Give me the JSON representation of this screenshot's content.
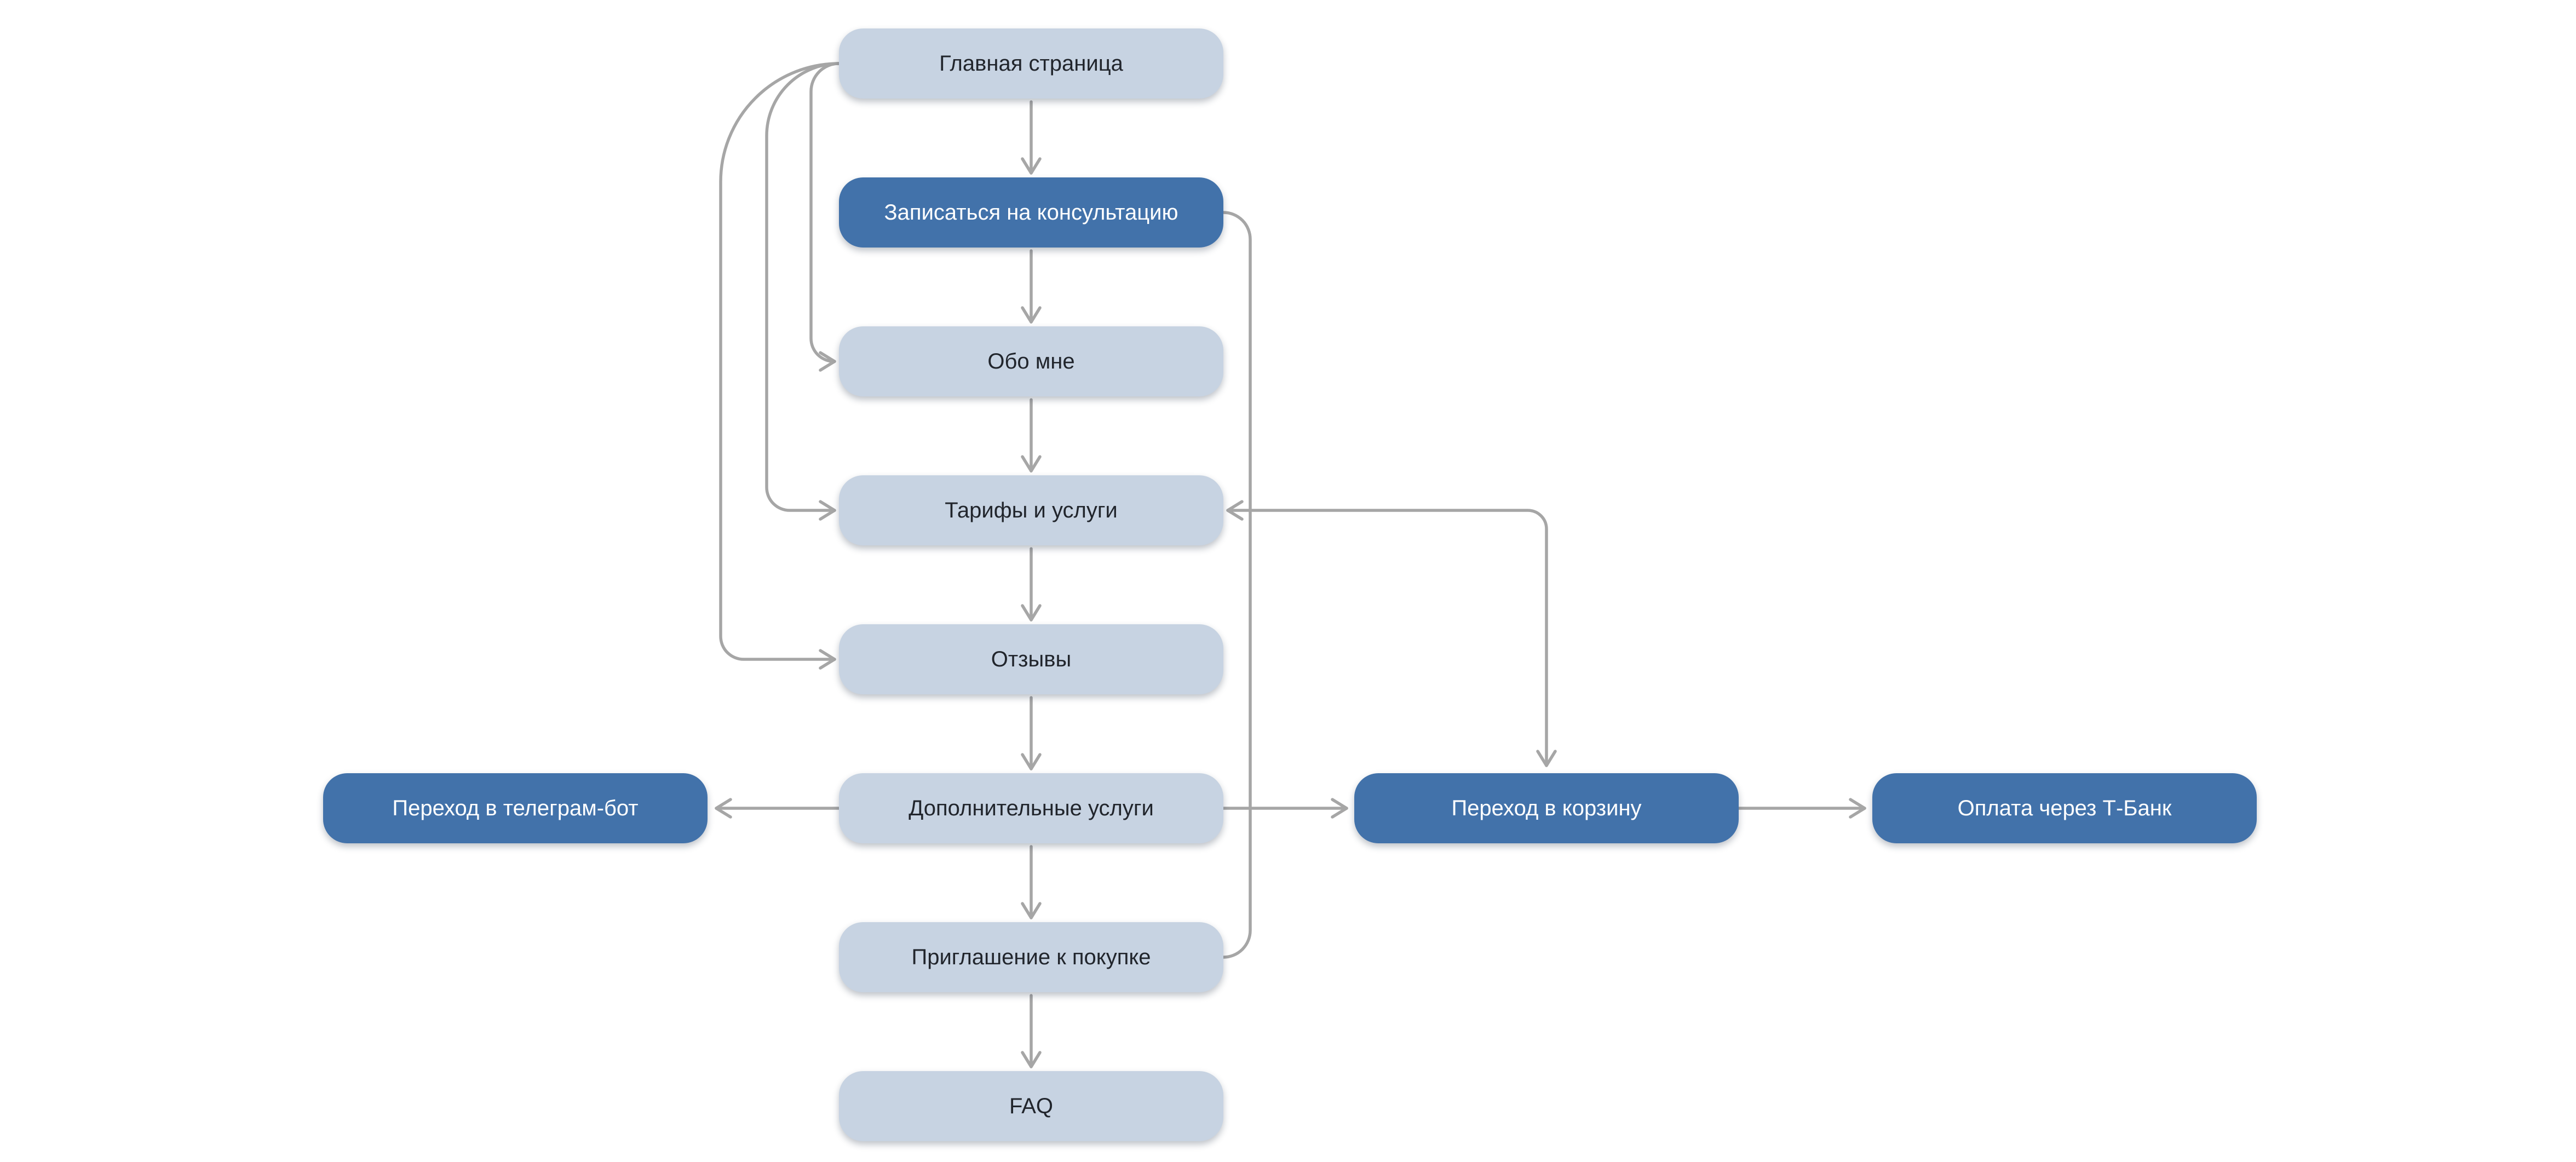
{
  "diagram": {
    "title": "Website funnel flowchart",
    "nodes": {
      "home": {
        "label": "Главная страница",
        "style": "light"
      },
      "consult": {
        "label": "Записаться на консультацию",
        "style": "dark"
      },
      "about": {
        "label": "Обо мне",
        "style": "light"
      },
      "tariffs": {
        "label": "Тарифы и услуги",
        "style": "light"
      },
      "reviews": {
        "label": "Отзывы",
        "style": "light"
      },
      "extras": {
        "label": "Дополнительные услуги",
        "style": "light"
      },
      "invite": {
        "label": "Приглашение к покупке",
        "style": "light"
      },
      "faq": {
        "label": "FAQ",
        "style": "light"
      },
      "telegram": {
        "label": "Переход в телеграм-бот",
        "style": "dark"
      },
      "cart": {
        "label": "Переход в корзину",
        "style": "dark"
      },
      "payment": {
        "label": "Оплата через Т-Банк",
        "style": "dark"
      }
    },
    "edges": [
      {
        "from": "home",
        "to": "consult",
        "type": "arrow"
      },
      {
        "from": "consult",
        "to": "about",
        "type": "arrow"
      },
      {
        "from": "about",
        "to": "tariffs",
        "type": "arrow"
      },
      {
        "from": "tariffs",
        "to": "reviews",
        "type": "arrow"
      },
      {
        "from": "reviews",
        "to": "extras",
        "type": "arrow"
      },
      {
        "from": "extras",
        "to": "invite",
        "type": "arrow"
      },
      {
        "from": "invite",
        "to": "faq",
        "type": "arrow"
      },
      {
        "from": "home",
        "to": "about",
        "type": "arrow"
      },
      {
        "from": "home",
        "to": "tariffs",
        "type": "arrow"
      },
      {
        "from": "home",
        "to": "reviews",
        "type": "arrow"
      },
      {
        "from": "extras",
        "to": "telegram",
        "type": "arrow"
      },
      {
        "from": "extras",
        "to": "cart",
        "type": "arrow"
      },
      {
        "from": "cart",
        "to": "payment",
        "type": "arrow"
      },
      {
        "from": "tariffs",
        "to": "cart",
        "type": "double-arrow"
      },
      {
        "from": "consult",
        "to": "invite",
        "type": "line"
      }
    ],
    "colors": {
      "node_light": "#c7d3e2",
      "node_dark": "#4272aa",
      "connector": "#a6a6a6",
      "text_dark": "#21252c",
      "text_light": "#ffffff",
      "background": "#ffffff"
    }
  }
}
